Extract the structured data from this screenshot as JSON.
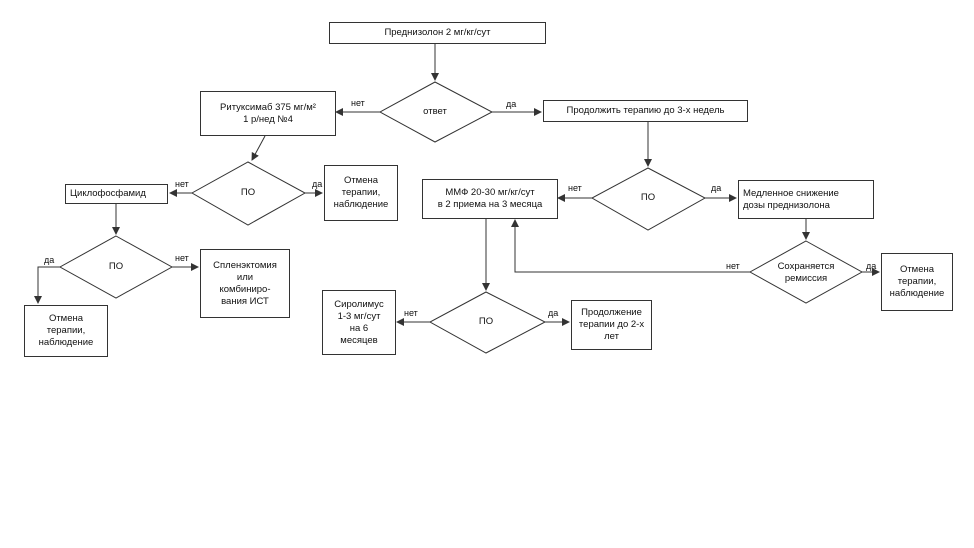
{
  "nodes": {
    "prednisolone": "Преднизолон 2 мг/кг/сут",
    "response": "ответ",
    "rituximab": "Ритуксимаб 375 мг/м²\n1 р/нед №4",
    "continue_therapy": "Продолжить терапию до 3-х недель",
    "po_1": "ПО",
    "stop_1": "Отмена\nтерапии,\nнаблюдение",
    "cyclophosphamide": "Циклофосфамид",
    "po_2": "ПО",
    "splenectomy": "Спленэктомия\nили\nкомбиниро-\nвания ИСТ",
    "stop_2": "Отмена\nтерапии,\nнаблюдение",
    "mmf": "ММФ 20-30 мг/кг/сут\nв 2 приема на 3 месяца",
    "po_3": "ПО",
    "slow_taper": "Медленное снижение\nдозы преднизолона",
    "remission": "Сохраняется\nремиссия",
    "stop_3": "Отмена\nтерапии,\nнаблюдение",
    "sirolimus": "Сиролимус\n1-3 мг/сут\nна 6\nмесяцев",
    "po_4": "ПО",
    "continue_2y": "Продолжение\nтерапии до 2-х\nлет"
  },
  "edge_labels": {
    "response_no": "нет",
    "response_yes": "да",
    "po1_yes": "да",
    "po1_no": "нет",
    "po2_no": "нет",
    "po2_yes": "да",
    "po3_no": "нет",
    "po3_yes": "да",
    "remission_no": "нет",
    "remission_yes": "да",
    "po4_no": "нет",
    "po4_yes": "да"
  }
}
